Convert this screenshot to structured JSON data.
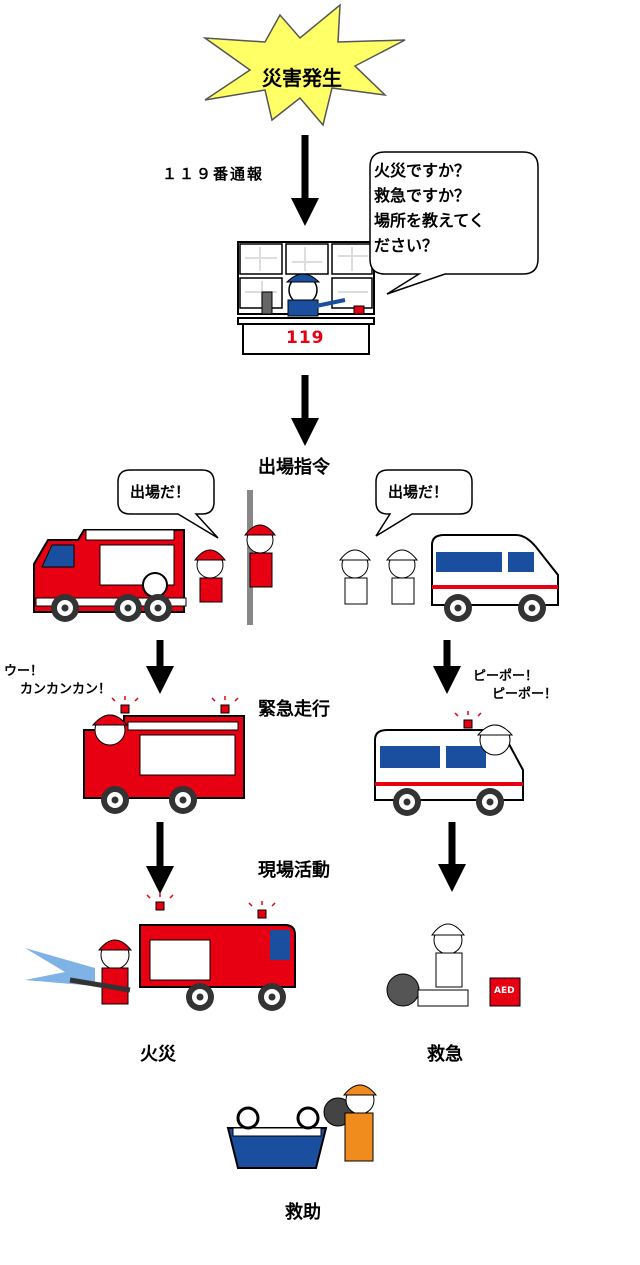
{
  "diagram": {
    "start": "災害発生",
    "call": "１１９番通報",
    "operator_bubble": [
      "火災ですか？",
      "救急ですか？",
      "場所を教えてく",
      "ださい？"
    ],
    "dispatch_desk_number": "119",
    "dispatch_order": "出場指令",
    "fire_crew_bubble": "出場だ！",
    "ambulance_crew_bubble": "出場だ！",
    "emergency_driving": "緊急走行",
    "fire_siren": [
      "ウー！",
      "カンカンカン！"
    ],
    "ambulance_siren": [
      "ピーポー！",
      "ピーポー！"
    ],
    "on_site": "現場活動",
    "fire": "火災",
    "ambulance": "救急",
    "rescue": "救助",
    "aed_label": "AED"
  },
  "colors": {
    "fire_red": "#e60012",
    "ambulance_blue": "#1a4fa0",
    "starburst": "#ffff66",
    "helmet_orange": "#f08c1e",
    "water": "#7fb2e5"
  }
}
